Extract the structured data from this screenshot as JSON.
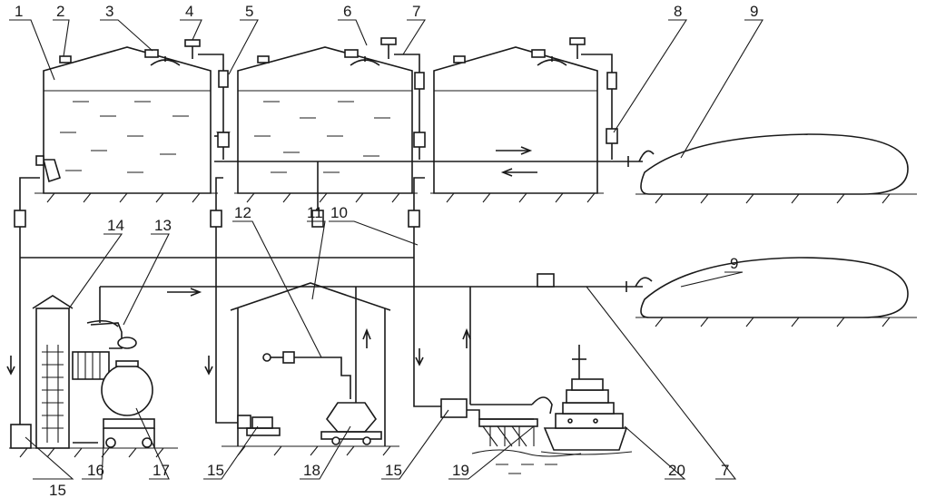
{
  "diagram": {
    "type": "technical-schematic",
    "stroke_color": "#1a1a1a",
    "background": "#ffffff",
    "labels": {
      "n1": "1",
      "n2": "2",
      "n3": "3",
      "n4": "4",
      "n5": "5",
      "n6": "6",
      "n7a": "7",
      "n7b": "7",
      "n8": "8",
      "n9a": "9",
      "n9b": "9",
      "n10": "10",
      "n11": "11",
      "n12": "12",
      "n13": "13",
      "n14": "14",
      "n15a": "15",
      "n15b": "15",
      "n15c": "15",
      "n16": "16",
      "n17": "17",
      "n18": "18",
      "n19": "19",
      "n20": "20"
    }
  }
}
